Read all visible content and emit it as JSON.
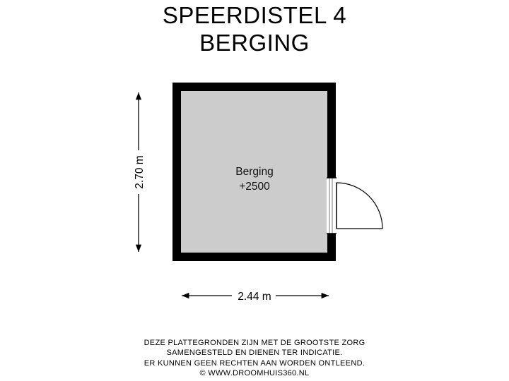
{
  "header": {
    "address": "SPEERDISTEL 4",
    "floor": "BERGING"
  },
  "room": {
    "name": "Berging",
    "level": "+2500"
  },
  "dimensions": {
    "height": "2.70 m",
    "width": "2.44 m"
  },
  "colors": {
    "wall": "#000000",
    "floor": "#cccccc",
    "background": "#ffffff"
  },
  "disclaimer": {
    "line1": "DEZE PLATTEGRONDEN ZIJN MET DE GROOTSTE ZORG",
    "line2": "SAMENGESTELD EN DIENEN TER INDICATIE.",
    "line3": "ER KUNNEN GEEN RECHTEN AAN WORDEN ONTLEEND.",
    "line4": "© WWW.DROOMHUIS360.NL"
  }
}
